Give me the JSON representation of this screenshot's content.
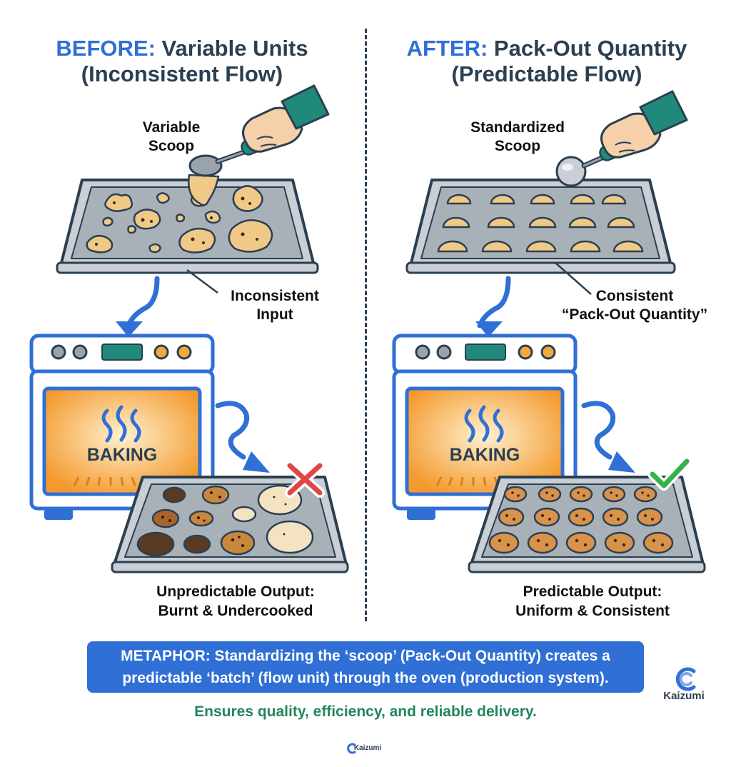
{
  "left": {
    "title_prefix": "BEFORE:",
    "title_rest": "Variable Units",
    "title_line2": "(Inconsistent Flow)",
    "scoop_label_1": "Variable",
    "scoop_label_2": "Scoop",
    "input_label_1": "Inconsistent",
    "input_label_2": "Input",
    "oven_text": "BAKING",
    "output_line1": "Unpredictable Output:",
    "output_line2": "Burnt & Undercooked",
    "status_icon": "red-x-icon"
  },
  "right": {
    "title_prefix": "AFTER:",
    "title_rest": "Pack-Out Quantity",
    "title_line2": "(Predictable Flow)",
    "scoop_label_1": "Standardized",
    "scoop_label_2": "Scoop",
    "input_label_1": "Consistent",
    "input_label_2": "“Pack-Out Quantity”",
    "oven_text": "BAKING",
    "output_line1": "Predictable Output:",
    "output_line2": "Uniform & Consistent",
    "status_icon": "green-check-icon"
  },
  "banner": {
    "line1": "METAPHOR: Standardizing the ‘scoop’ (Pack-Out Quantity) creates a",
    "line2": "predictable ‘batch’ (flow unit) through the oven (production system)."
  },
  "footer": "Ensures quality, efficiency, and reliable delivery.",
  "brand": "Kaizumi",
  "colors": {
    "accent_blue": "#2f6fd6",
    "dark_navy": "#2b3f52",
    "footer_green": "#23865c",
    "oven_orange": "#f6a83c",
    "tray_gray": "#9aa3ab",
    "error_red": "#e04646",
    "ok_green": "#34b34a"
  }
}
